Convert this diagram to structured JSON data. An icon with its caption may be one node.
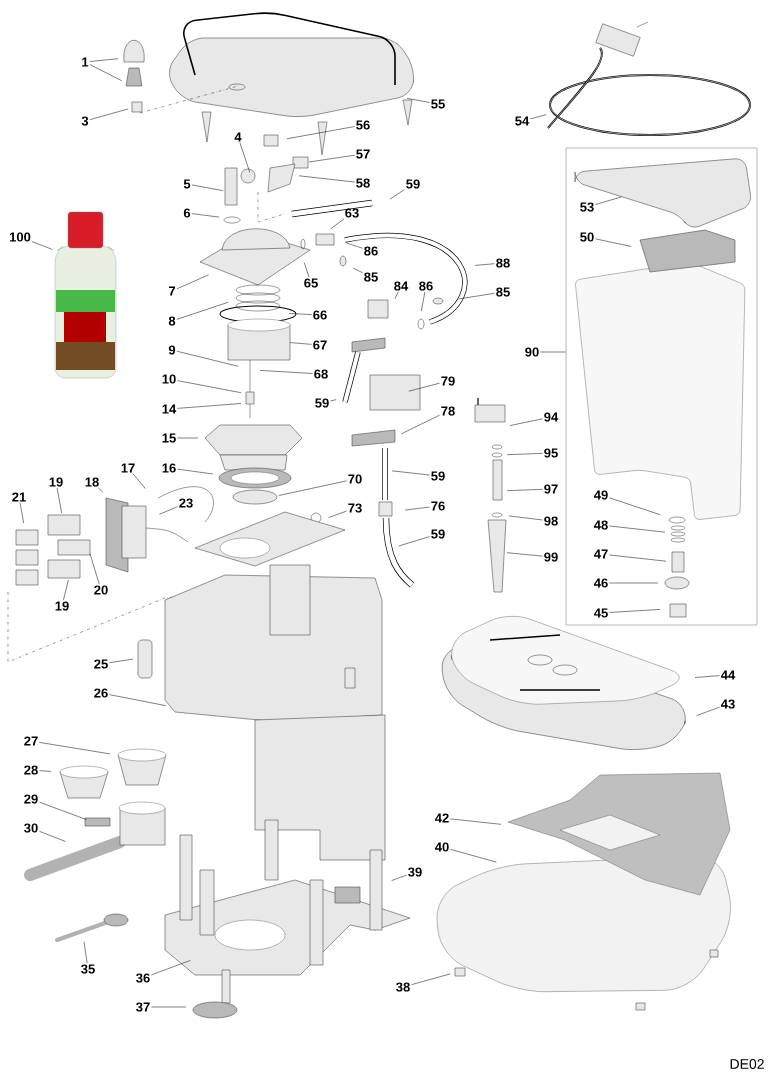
{
  "diagram": {
    "nodes": [
      {
        "text": [],
        "shape": "box"
      },
      {
        "text": [
          "1"
        ]
      },
      {
        "text": [
          "55"
        ]
      },
      {
        "text": [
          "3"
        ]
      },
      {
        "text": [
          "54"
        ]
      },
      {
        "text": [
          "56"
        ]
      },
      {
        "text": [
          "4"
        ]
      },
      {
        "text": [
          "57"
        ]
      },
      {
        "text": [
          "5"
        ]
      },
      {
        "text": [
          "58"
        ]
      },
      {
        "text": [
          "59"
        ]
      },
      {
        "text": [
          "53"
        ],
        "in": 0
      },
      {
        "text": [
          "6"
        ]
      },
      {
        "text": [
          "63"
        ]
      },
      {
        "text": [
          "100"
        ]
      },
      {
        "text": [
          "50"
        ],
        "in": 0
      },
      {
        "text": [
          "86"
        ]
      },
      {
        "text": [
          "88"
        ]
      },
      {
        "text": [
          "85"
        ]
      },
      {
        "text": [
          "65"
        ]
      },
      {
        "text": [
          "84"
        ]
      },
      {
        "text": [
          "86"
        ]
      },
      {
        "text": [
          "7"
        ]
      },
      {
        "text": [
          "85"
        ]
      },
      {
        "text": [
          "66"
        ]
      },
      {
        "text": [
          "8"
        ]
      },
      {
        "text": [
          "67"
        ]
      },
      {
        "text": [
          "9"
        ]
      },
      {
        "text": [
          "90"
        ]
      },
      {
        "text": [
          "68"
        ]
      },
      {
        "text": [
          "10"
        ]
      },
      {
        "text": [
          "79"
        ]
      },
      {
        "text": [
          "59"
        ]
      },
      {
        "text": [
          "14"
        ]
      },
      {
        "text": [
          "78"
        ]
      },
      {
        "text": [
          "94"
        ]
      },
      {
        "text": [
          "15"
        ]
      },
      {
        "text": [
          "95"
        ]
      },
      {
        "text": [
          "17"
        ]
      },
      {
        "text": [
          "16"
        ]
      },
      {
        "text": [
          "59"
        ]
      },
      {
        "text": [
          "70"
        ]
      },
      {
        "text": [
          "19"
        ]
      },
      {
        "text": [
          "18"
        ]
      },
      {
        "text": [
          "97"
        ]
      },
      {
        "text": [
          "49"
        ],
        "in": 0
      },
      {
        "text": [
          "21"
        ]
      },
      {
        "text": [
          "23"
        ]
      },
      {
        "text": [
          "76"
        ]
      },
      {
        "text": [
          "73"
        ]
      },
      {
        "text": [
          "98"
        ]
      },
      {
        "text": [
          "48"
        ],
        "in": 0
      },
      {
        "text": [
          "59"
        ]
      },
      {
        "text": [
          "47"
        ],
        "in": 0
      },
      {
        "text": [
          "99"
        ]
      },
      {
        "text": [
          "46"
        ],
        "in": 0
      },
      {
        "text": [
          "20"
        ]
      },
      {
        "text": [
          "19"
        ]
      },
      {
        "text": [
          "45"
        ],
        "in": 0
      },
      {
        "text": [
          "25"
        ]
      },
      {
        "text": [
          "44"
        ]
      },
      {
        "text": [
          "26"
        ]
      },
      {
        "text": [
          "43"
        ]
      },
      {
        "text": [
          "27"
        ]
      },
      {
        "text": [
          "28"
        ]
      },
      {
        "text": [
          "29"
        ]
      },
      {
        "text": [
          "42"
        ]
      },
      {
        "text": [
          "30"
        ]
      },
      {
        "text": [
          "40"
        ]
      },
      {
        "text": [
          "39"
        ]
      },
      {
        "text": [
          "35"
        ]
      },
      {
        "text": [
          "36"
        ]
      },
      {
        "text": [
          "38"
        ]
      },
      {
        "text": [
          "37"
        ]
      }
    ],
    "edges": [
      {
        "from": 1,
        "to": null,
        "arrow": "none"
      },
      {
        "from": 1,
        "to": null,
        "arrow": "none"
      },
      {
        "from": 2,
        "to": null,
        "arrow": "none"
      },
      {
        "from": 3,
        "to": null,
        "arrow": "none"
      },
      {
        "from": 4,
        "to": null,
        "arrow": "none"
      },
      {
        "from": 5,
        "to": null,
        "arrow": "none"
      },
      {
        "from": 6,
        "to": null,
        "arrow": "none"
      },
      {
        "from": 7,
        "to": null,
        "arrow": "none"
      },
      {
        "from": 8,
        "to": null,
        "arrow": "none"
      },
      {
        "from": 9,
        "to": null,
        "arrow": "none"
      },
      {
        "from": 10,
        "to": null,
        "arrow": "none"
      },
      {
        "from": 11,
        "to": null,
        "arrow": "none"
      },
      {
        "from": 12,
        "to": null,
        "arrow": "none"
      },
      {
        "from": 13,
        "to": null,
        "arrow": "none"
      },
      {
        "from": 14,
        "to": null,
        "arrow": "none"
      },
      {
        "from": 15,
        "to": null,
        "arrow": "none"
      },
      {
        "from": 16,
        "to": null,
        "arrow": "none"
      },
      {
        "from": 17,
        "to": null,
        "arrow": "none"
      },
      {
        "from": 18,
        "to": null,
        "arrow": "none"
      },
      {
        "from": 19,
        "to": null,
        "arrow": "none"
      },
      {
        "from": 20,
        "to": null,
        "arrow": "none"
      },
      {
        "from": 21,
        "to": null,
        "arrow": "none"
      },
      {
        "from": 22,
        "to": null,
        "arrow": "none"
      },
      {
        "from": 23,
        "to": null,
        "arrow": "none"
      },
      {
        "from": 24,
        "to": null,
        "arrow": "none"
      },
      {
        "from": 25,
        "to": null,
        "arrow": "none"
      },
      {
        "from": 26,
        "to": null,
        "arrow": "none"
      },
      {
        "from": 27,
        "to": null,
        "arrow": "none"
      },
      {
        "from": 28,
        "to": 0,
        "arrow": "none"
      },
      {
        "from": 29,
        "to": null,
        "arrow": "none"
      },
      {
        "from": 30,
        "to": null,
        "arrow": "none"
      },
      {
        "from": 31,
        "to": null,
        "arrow": "none"
      },
      {
        "from": 32,
        "to": null,
        "arrow": "none"
      },
      {
        "from": 33,
        "to": null,
        "arrow": "none"
      },
      {
        "from": 34,
        "to": null,
        "arrow": "none"
      },
      {
        "from": 35,
        "to": null,
        "arrow": "none"
      },
      {
        "from": 36,
        "to": null,
        "arrow": "none"
      },
      {
        "from": 37,
        "to": null,
        "arrow": "none"
      },
      {
        "from": 38,
        "to": null,
        "arrow": "none"
      },
      {
        "from": 39,
        "to": null,
        "arrow": "none"
      },
      {
        "from": 40,
        "to": null,
        "arrow": "none"
      },
      {
        "from": 41,
        "to": null,
        "arrow": "none"
      },
      {
        "from": 42,
        "to": null,
        "arrow": "none"
      },
      {
        "from": 43,
        "to": null,
        "arrow": "none"
      },
      {
        "from": 44,
        "to": null,
        "arrow": "none"
      },
      {
        "from": 45,
        "to": null,
        "arrow": "none"
      },
      {
        "from": 46,
        "to": null,
        "arrow": "none"
      },
      {
        "from": 47,
        "to": null,
        "arrow": "none"
      },
      {
        "from": 48,
        "to": null,
        "arrow": "none"
      },
      {
        "from": 49,
        "to": null,
        "arrow": "none"
      },
      {
        "from": 50,
        "to": null,
        "arrow": "none"
      },
      {
        "from": 51,
        "to": null,
        "arrow": "none"
      },
      {
        "from": 52,
        "to": null,
        "arrow": "none"
      },
      {
        "from": 53,
        "to": null,
        "arrow": "none"
      },
      {
        "from": 54,
        "to": null,
        "arrow": "none"
      },
      {
        "from": 55,
        "to": null,
        "arrow": "none"
      },
      {
        "from": 56,
        "to": null,
        "arrow": "none"
      },
      {
        "from": 57,
        "to": null,
        "arrow": "none"
      },
      {
        "from": 58,
        "to": null,
        "arrow": "none"
      },
      {
        "from": 59,
        "to": null,
        "arrow": "none"
      },
      {
        "from": 60,
        "to": null,
        "arrow": "none"
      },
      {
        "from": 61,
        "to": null,
        "arrow": "none"
      },
      {
        "from": 62,
        "to": null,
        "arrow": "none"
      },
      {
        "from": 63,
        "to": null,
        "arrow": "none"
      },
      {
        "from": 64,
        "to": null,
        "arrow": "none"
      },
      {
        "from": 65,
        "to": null,
        "arrow": "none"
      },
      {
        "from": 66,
        "to": null,
        "arrow": "none"
      },
      {
        "from": 67,
        "to": null,
        "arrow": "none"
      },
      {
        "from": 68,
        "to": null,
        "arrow": "none"
      },
      {
        "from": 69,
        "to": null,
        "arrow": "none"
      },
      {
        "from": 70,
        "to": null,
        "arrow": "none"
      },
      {
        "from": 71,
        "to": null,
        "arrow": "none"
      },
      {
        "from": 72,
        "to": null,
        "arrow": "none"
      },
      {
        "from": 73,
        "to": null,
        "arrow": "none"
      }
    ],
    "labels": [
      "DE02"
    ]
  }
}
